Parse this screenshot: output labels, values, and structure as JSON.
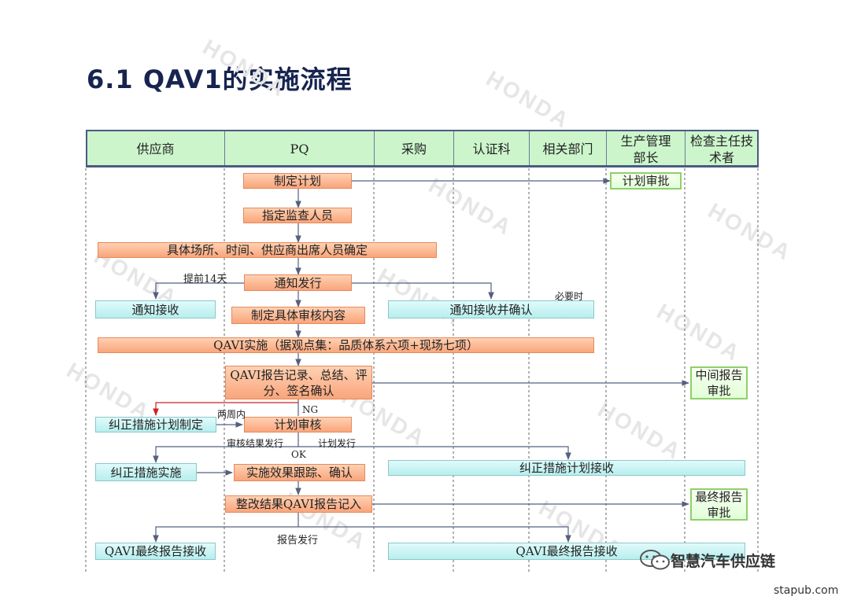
{
  "title": "6.1 QAV1的实施流程",
  "watermark": "HONDA",
  "columns": [
    "供应商",
    "PQ",
    "采购",
    "认证科",
    "相关部门",
    "生产管理部长",
    "检查主任技术者"
  ],
  "boxes": {
    "make_plan": "制定计划",
    "plan_approve": "计划审批",
    "assign_supervisor": "指定监查人员",
    "confirm_details": "具体场所、时间、供应商出席人员确定",
    "issue_notice": "通知发行",
    "receive_notice": "通知接收",
    "make_audit_content": "制定具体审核内容",
    "receive_confirm": "通知接收并确认",
    "qav_implement": "QAVⅠ实施（据观点集：品质体系六项+现场七项）",
    "report_record": "QAVⅠ报告记录、总结、评分、签名确认",
    "mid_report_approve": "中间报告审批",
    "corrective_plan": "纠正措施计划制定",
    "plan_review": "计划审核",
    "corrective_implement": "纠正措施实施",
    "effect_track": "实施效果跟踪、确认",
    "corrective_plan_receive": "纠正措施计划接收",
    "rectify_report": "整改结果QAVⅠ报告记入",
    "final_report_approve": "最终报告审批",
    "final_report_receive_supplier": "QAVⅠ最终报告接收",
    "final_report_receive_others": "QAVⅠ最终报告接收"
  },
  "labels": {
    "advance_14": "提前14天",
    "if_needed": "必要时",
    "ng": "NG",
    "within_two_weeks": "两周内",
    "review_result_issue": "审核结果发行",
    "plan_issue": "计划发行",
    "ok": "OK",
    "report_issue": "报告发行"
  },
  "brand": "智慧汽车供应链",
  "site": "stapub.com"
}
